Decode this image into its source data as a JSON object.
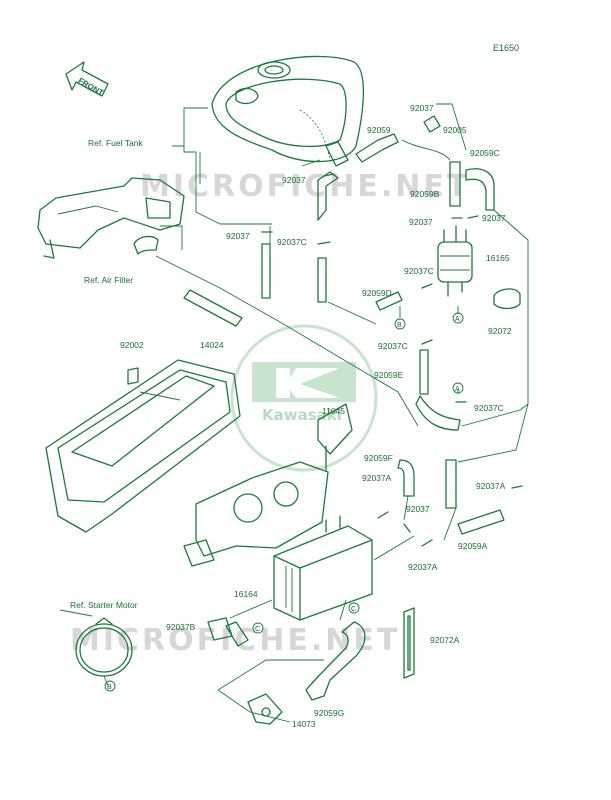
{
  "diagram_code": "E1650",
  "front_label": "FRONT",
  "watermark_top": "MICROFICHE.NET",
  "watermark_bottom": "MICROFICHE.NET",
  "logo_text": "Kawasaki",
  "refs": {
    "fuel_tank": "Ref. Fuel Tank",
    "air_filter": "Ref. Air Filter",
    "starter_motor": "Ref. Starter Motor"
  },
  "callouts": {
    "c1": "92037",
    "c2": "92059",
    "c3": "92005",
    "c4": "92059C",
    "c5": "92037",
    "c6": "92059B",
    "c7": "92037",
    "c8": "92037",
    "c9": "92037C",
    "c10": "92037",
    "c11": "16165",
    "c12": "92037C",
    "c13": "92059D",
    "c14": "92072",
    "c15": "92002",
    "c16": "14024",
    "c17": "92037C",
    "c18": "92059E",
    "c19": "92037C",
    "c20": "11045",
    "c21": "92059F",
    "c22": "92037A",
    "c23": "92037",
    "c24": "92037A",
    "c25": "92059A",
    "c26": "92037A",
    "c27": "16164",
    "c28": "92037B",
    "c29": "92072A",
    "c30": "92059G",
    "c31": "14073"
  },
  "markers": {
    "a": "A",
    "b": "B",
    "c": "C"
  }
}
